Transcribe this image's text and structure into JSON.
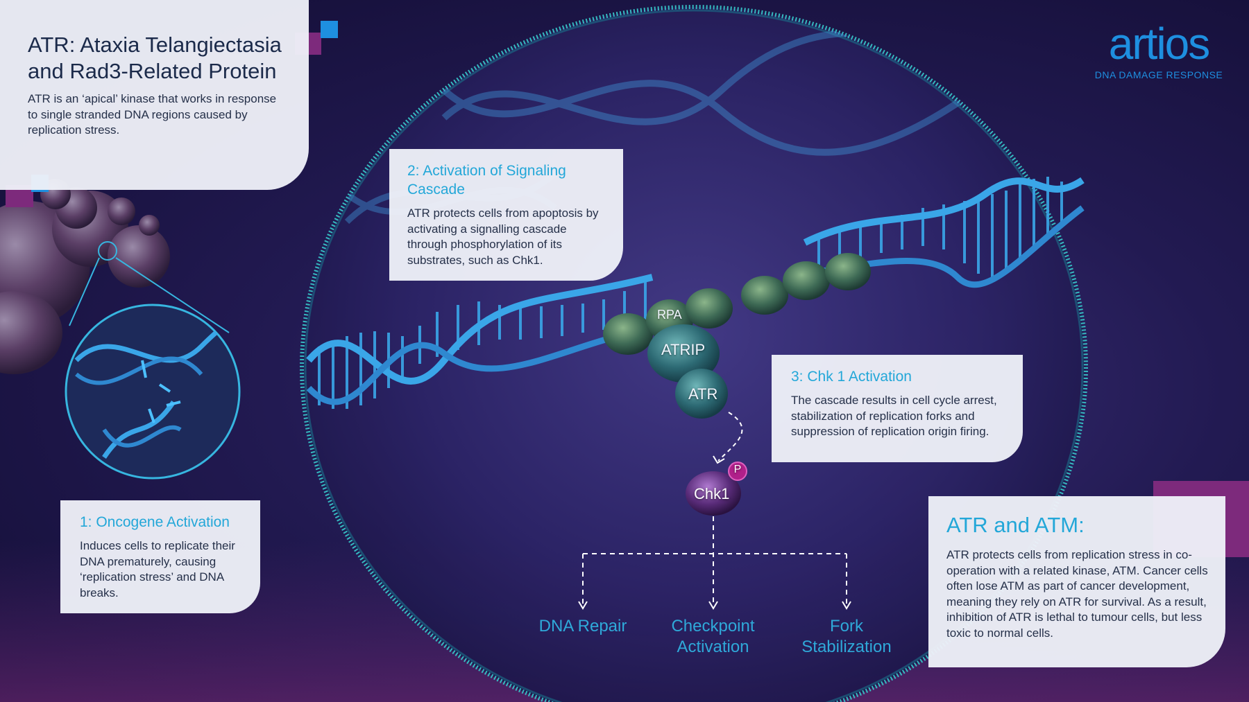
{
  "intro": {
    "title": "ATR: Ataxia Telangiectasia and Rad3-Related Protein",
    "body": "ATR is an ‘apical’ kinase that works in response to single stranded DNA regions caused by replication stress."
  },
  "step1": {
    "heading": "1: Oncogene Activation",
    "body": "Induces cells to replicate their DNA prematurely, causing ‘replication stress’ and DNA breaks."
  },
  "step2": {
    "heading": "2: Activation of Signaling Cascade",
    "body": "ATR protects cells from apoptosis by activating a signalling cascade through phosphorylation of its substrates, such as Chk1."
  },
  "step3": {
    "heading": "3: Chk 1 Activation",
    "body": "The cascade results in cell cycle arrest, stabilization of replication forks and suppression of replication origin firing."
  },
  "atr_atm": {
    "heading": "ATR and ATM:",
    "body": "ATR protects cells from replication stress in co-operation with a related kinase, ATM. Cancer cells often lose ATM as part of cancer development, meaning they rely on ATR for survival. As a result, inhibition of ATR is lethal to tumour cells, but less toxic to normal cells."
  },
  "proteins": {
    "rpa": "RPA",
    "atrip": "ATRIP",
    "atr": "ATR",
    "chk1": "Chk1",
    "phospho": "P"
  },
  "outcomes": {
    "dna_repair": "DNA Repair",
    "checkpoint": "Checkpoint Activation",
    "fork": "Fork Stabilization"
  },
  "logo": {
    "word": "artios",
    "tagline": "DNA DAMAGE RESPONSE"
  },
  "colors": {
    "accent": "#23a7d8",
    "magenta": "#7d2a7c",
    "blue": "#1e8fe0",
    "card": "#eef0f8",
    "background": "#221a52"
  }
}
